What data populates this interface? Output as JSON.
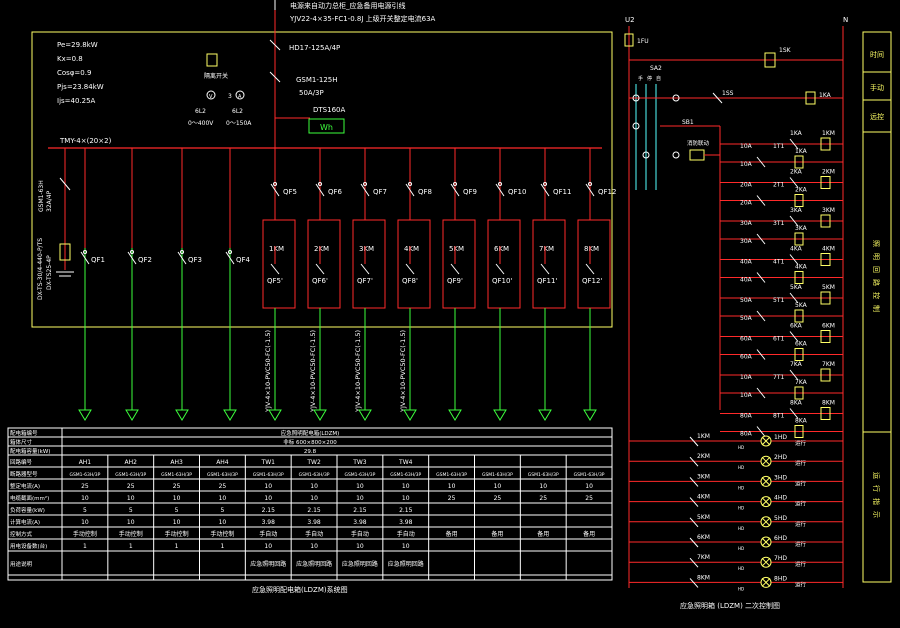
{
  "top": {
    "title": "电源来自动力总柜_应急备用电源引线",
    "cable": "YJV22-4×35-FC1-0.8J  上级开关整定电流63A"
  },
  "left_panel": {
    "params": [
      "Pe=29.8kW",
      "Kx=0.8",
      "Cosφ=0.9",
      "Pjs=23.84kW",
      "Ijs=40.25A"
    ],
    "main_switch": "HD17-125A/4P",
    "breaker": [
      "GSM1-125H",
      "50A/3P"
    ],
    "meter_model": "DTS160A",
    "meter_label": "Wh",
    "isolator_label": "隔离开关",
    "voltmeter_sym": "V",
    "ammeter_sym": "A",
    "v_meter_label": [
      "6L2",
      "0～400V"
    ],
    "a_meter_label": [
      "6L2",
      "0～150A"
    ],
    "three": "3",
    "busbar": "TMY-4×(20×2)",
    "spd_breaker": [
      "GSM1-63H",
      "32A/4P"
    ],
    "spd": "DX-TS-30/4-440-P/TS",
    "spd2": "DX-TS25-4P",
    "outgoing_left": [
      "QF1",
      "QF2",
      "QF3",
      "QF4"
    ],
    "outgoing_right": [
      "QF5",
      "QF6",
      "QF7",
      "QF8",
      "QF9",
      "QF10",
      "QF11",
      "QF12"
    ],
    "contactors": [
      "1KM",
      "2KM",
      "3KM",
      "4KM",
      "5KM",
      "6KM",
      "7KM",
      "8KM"
    ],
    "contactor_breakers": [
      "QF5'",
      "QF6'",
      "QF7'",
      "QF8'",
      "QF9'",
      "QF10'",
      "QF11'",
      "QF12'"
    ],
    "cables": [
      "YJV-4×10-PVC50-FC(-1.5)",
      "YJV-4×10-PVC50-FC(-1.5)",
      "YJV-4×10-PVC50-FC(-1.5)",
      "YJV-4×10-PVC50-FC(-1.5)"
    ]
  },
  "table": {
    "rows": [
      {
        "label": "配电箱编号",
        "span": "应急照明配电箱(LDZM)"
      },
      {
        "label": "箱体尺寸",
        "span": "非标 600×800×200"
      },
      {
        "label": "配电箱容量(kW)",
        "span": "29.8"
      }
    ],
    "grid_labels": [
      "回路编号",
      "断路器型号",
      "整定电流(A)",
      "电缆截面(mm²)",
      "负荷容量(kW)",
      "计算电流(A)",
      "控制方式",
      "用电设备数(台)",
      "用途说明"
    ],
    "columns": [
      [
        "AH1",
        "GSM1-63H/3P",
        "25",
        "10",
        "5",
        "10",
        "手动控制",
        "1",
        ""
      ],
      [
        "AH2",
        "GSM1-63H/3P",
        "25",
        "10",
        "5",
        "10",
        "手动控制",
        "1",
        ""
      ],
      [
        "AH3",
        "GSM1-63H/3P",
        "25",
        "10",
        "5",
        "10",
        "手动控制",
        "1",
        ""
      ],
      [
        "AH4",
        "GSM1-63H/3P",
        "25",
        "10",
        "5",
        "10",
        "手动控制",
        "1",
        ""
      ],
      [
        "TW1",
        "GSM1-63H/3P",
        "10",
        "10",
        "2.15",
        "3.98",
        "手自动",
        "10",
        "应急照明回路"
      ],
      [
        "TW2",
        "GSM1-63H/3P",
        "10",
        "10",
        "2.15",
        "3.98",
        "手自动",
        "10",
        "应急照明回路"
      ],
      [
        "TW3",
        "GSM1-63H/3P",
        "10",
        "10",
        "2.15",
        "3.98",
        "手自动",
        "10",
        "应急照明回路"
      ],
      [
        "TW4",
        "GSM1-63H/3P",
        "10",
        "10",
        "2.15",
        "3.98",
        "手自动",
        "10",
        "应急照明回路"
      ],
      [
        "",
        "GSM1-63H/3P",
        "10",
        "25",
        "",
        "",
        "备用",
        "",
        ""
      ],
      [
        "",
        "GSM1-63H/3P",
        "10",
        "25",
        "",
        "",
        "备用",
        "",
        ""
      ],
      [
        "",
        "GSM1-63H/3P",
        "10",
        "25",
        "",
        "",
        "备用",
        "",
        ""
      ],
      [
        "",
        "GSM1-63H/3P",
        "10",
        "25",
        "",
        "",
        "备用",
        "",
        ""
      ]
    ],
    "caption": "应急照明配电箱(LDZM)系统图"
  },
  "right_panel": {
    "supply_u": "U2",
    "supply_n": "N",
    "fu": "1FU",
    "top_relay": "1SK",
    "sa": "SA2",
    "sa_pos": [
      "手",
      "停",
      "自"
    ],
    "stop_btn": "1SS",
    "main_relay": "1KA",
    "fire_signal": "消防联动",
    "sw_label": "SB1",
    "ka_labels": [
      "1KA",
      "2KA",
      "3KA",
      "4KA",
      "5KA",
      "6KA",
      "7KA",
      "8KA"
    ],
    "amps": [
      "10A",
      "20A",
      "30A",
      "40A",
      "50A",
      "60A",
      "10A",
      "80A"
    ],
    "timers": [
      "1T1",
      "2T1",
      "3T1",
      "4T1",
      "5T1",
      "6T1",
      "7T1",
      "8T1"
    ],
    "coils": [
      "1KM",
      "2KM",
      "3KM",
      "4KM",
      "5KM",
      "6KM",
      "7KM",
      "8KM"
    ],
    "lamp_km": [
      "1KM",
      "2KM",
      "3KM",
      "4KM",
      "5KM",
      "6KM",
      "7KM",
      "8KM"
    ],
    "lamps": [
      "1HD",
      "2HD",
      "3HD",
      "4HD",
      "5HD",
      "6HD",
      "7HD",
      "8HD"
    ],
    "lamp_state": "运行",
    "side_labels": [
      "时间",
      "手动",
      "远控",
      "照明回路控制",
      "运行指示"
    ],
    "caption": "应急照明箱 (LDZM) 二次控制图"
  },
  "colors": {
    "red": "#ff2a2a",
    "green": "#3dff3d",
    "yellow": "#ffff66",
    "white": "#ffffff",
    "cyan": "#55ffff"
  }
}
